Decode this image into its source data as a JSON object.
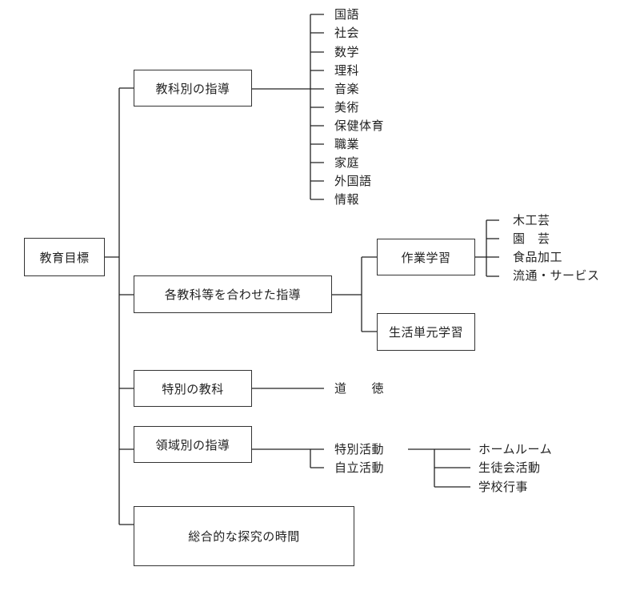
{
  "root": {
    "label": "教育目標"
  },
  "branches": {
    "subject": {
      "label": "教科別の指導",
      "items": [
        "国語",
        "社会",
        "数学",
        "理科",
        "音楽",
        "美術",
        "保健体育",
        "職業",
        "家庭",
        "外国語",
        "情報"
      ]
    },
    "combined": {
      "label": "各教科等を合わせた指導",
      "work": {
        "label": "作業学習",
        "items": [
          "木工芸",
          "園　芸",
          "食品加工",
          "流通・サービス"
        ]
      },
      "life": {
        "label": "生活単元学習"
      }
    },
    "special_subject": {
      "label": "特別の教科",
      "item": "道　　徳"
    },
    "domain": {
      "label": "領域別の指導",
      "items": [
        "特別活動",
        "自立活動"
      ],
      "special_activity_items": [
        "ホームルーム",
        "生徒会活動",
        "学校行事"
      ]
    },
    "integrated": {
      "label": "総合的な探究の時間"
    }
  }
}
